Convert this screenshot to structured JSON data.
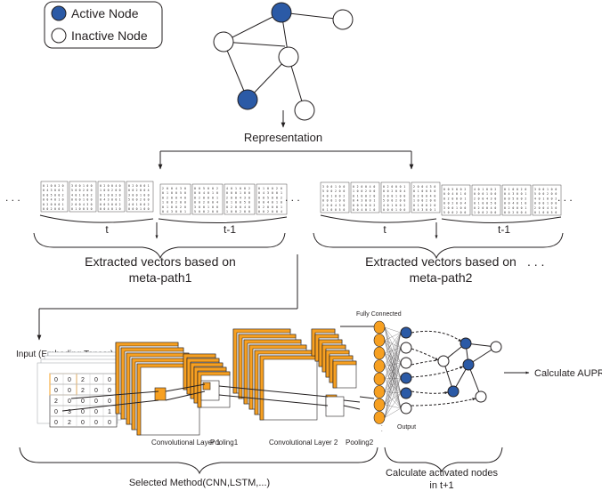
{
  "legend": {
    "active_label": "Active Node",
    "inactive_label": "Inactive Node",
    "active_color": "#2b5aa6",
    "inactive_color": "#ffffff"
  },
  "representation_label": "Representation",
  "path1": {
    "t_label": "t",
    "t1_label": "t-1",
    "caption_line1": "Extracted vectors based on",
    "caption_line2": "meta-path1"
  },
  "path2": {
    "t_label": "t",
    "t1_label": "t-1",
    "caption_line1": "Extracted vectors  based on",
    "caption_line2": "meta-path2"
  },
  "ellipsis": ". . .",
  "network": {
    "input_label": "Input (Embeding Tensor)",
    "input_matrix": [
      [
        "0",
        "0",
        "2",
        "0",
        "0"
      ],
      [
        "0",
        "0",
        "2",
        "0",
        "0"
      ],
      [
        "2",
        "0",
        "0",
        "0",
        "0"
      ],
      [
        "0",
        "3",
        "0",
        "0",
        "1"
      ],
      [
        "0",
        "2",
        "0",
        "0",
        "0"
      ]
    ],
    "conv1_label": "Convolutional Layer 1",
    "pool1_label": "Pooling1",
    "conv2_label": "Convolutional Layer 2",
    "pool2_label": "Pooling2",
    "fc_label": "Fully Connected",
    "output_label": "Output",
    "aupr_label": "Calculate AUPR",
    "orange_color": "#f7a021"
  },
  "bottom": {
    "method_label": "Selected Method(CNN,LSTM,...)",
    "calc_line1": "Calculate activated nodes",
    "calc_line2": "in t+1"
  },
  "matrix_digits": [
    "0",
    "1",
    "0",
    "0",
    "2",
    "0",
    "0",
    "4",
    "3",
    "0",
    "0",
    "1",
    "0",
    "0",
    "5",
    "0",
    "0",
    "2",
    "0",
    "0",
    "4",
    "0",
    "1",
    "0",
    "0",
    "2",
    "0",
    "0"
  ]
}
